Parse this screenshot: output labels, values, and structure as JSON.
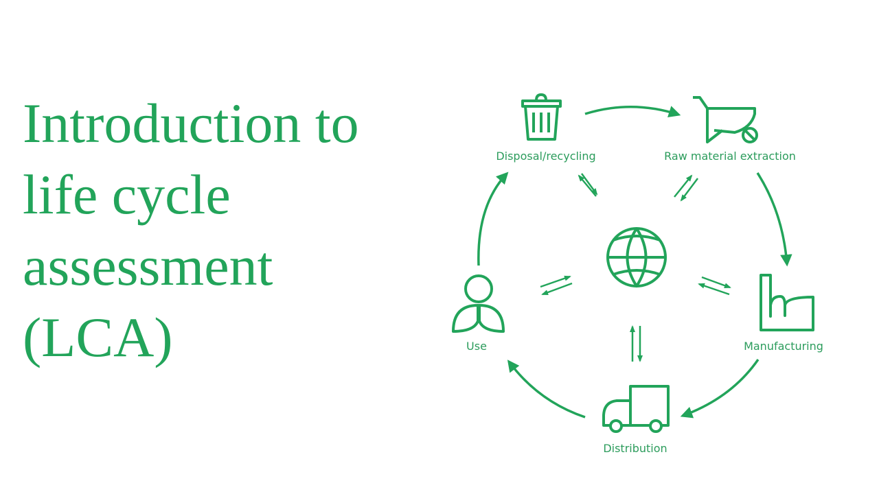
{
  "title": {
    "lines": [
      "Introduction to",
      "life cycle",
      "assessment",
      "(LCA)"
    ]
  },
  "diagram": {
    "accent_color": "#22a45a",
    "center": {
      "icon": "globe-icon"
    },
    "stages": [
      {
        "label": "Disposal/recycling",
        "icon": "trash-can-icon"
      },
      {
        "label": "Raw material extraction",
        "icon": "wheelbarrow-icon"
      },
      {
        "label": "Manufacturing",
        "icon": "factory-icon"
      },
      {
        "label": "Distribution",
        "icon": "truck-icon"
      },
      {
        "label": "Use",
        "icon": "person-icon"
      }
    ]
  }
}
